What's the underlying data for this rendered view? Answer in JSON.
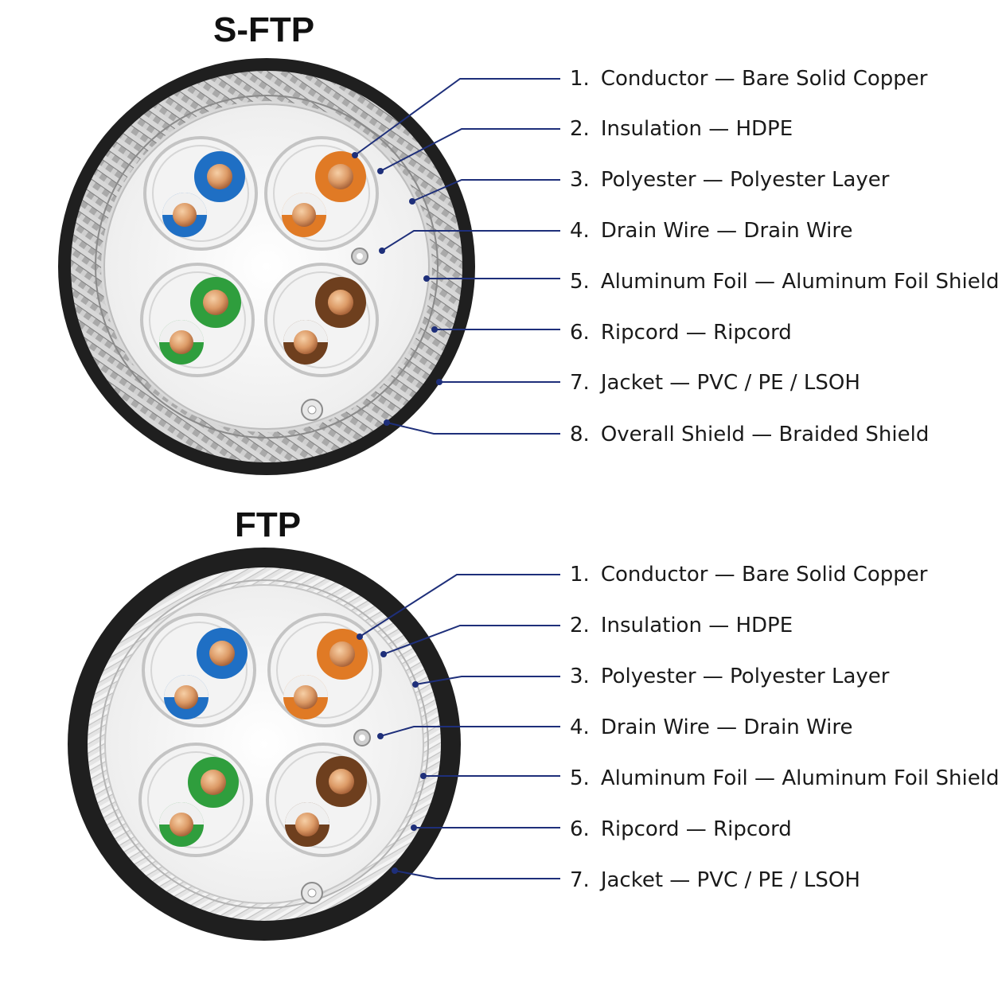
{
  "sections": [
    {
      "title": "S-FTP",
      "labels": [
        {
          "num": "1.",
          "text": "Conductor — Bare Solid Copper"
        },
        {
          "num": "2.",
          "text": "Insulation — HDPE"
        },
        {
          "num": "3.",
          "text": "Polyester — Polyester Layer"
        },
        {
          "num": "4.",
          "text": "Drain Wire — Drain Wire"
        },
        {
          "num": "5.",
          "text": "Aluminum Foil — Aluminum Foil Shield"
        },
        {
          "num": "6.",
          "text": "Ripcord — Ripcord"
        },
        {
          "num": "7.",
          "text": "Jacket — PVC / PE / LSOH"
        },
        {
          "num": "8.",
          "text": "Overall Shield — Braided Shield"
        }
      ]
    },
    {
      "title": "FTP",
      "labels": [
        {
          "num": "1.",
          "text": "Conductor — Bare Solid Copper"
        },
        {
          "num": "2.",
          "text": "Insulation — HDPE"
        },
        {
          "num": "3.",
          "text": "Polyester — Polyester Layer"
        },
        {
          "num": "4.",
          "text": "Drain Wire — Drain Wire"
        },
        {
          "num": "5.",
          "text": "Aluminum Foil — Aluminum Foil Shield"
        },
        {
          "num": "6.",
          "text": "Ripcord — Ripcord"
        },
        {
          "num": "7.",
          "text": "Jacket — PVC / PE / LSOH"
        }
      ]
    }
  ],
  "colors": {
    "jacket": "#1f1f1f",
    "braid": "#b9b9b9",
    "foil": "#e6e6e6",
    "leader": "#1e2f7a",
    "copper": "#e0a070",
    "pair_blue": "#1f6fc4",
    "pair_orange": "#e07a25",
    "pair_green": "#2f9e3d",
    "pair_brown": "#6e3f1e"
  }
}
